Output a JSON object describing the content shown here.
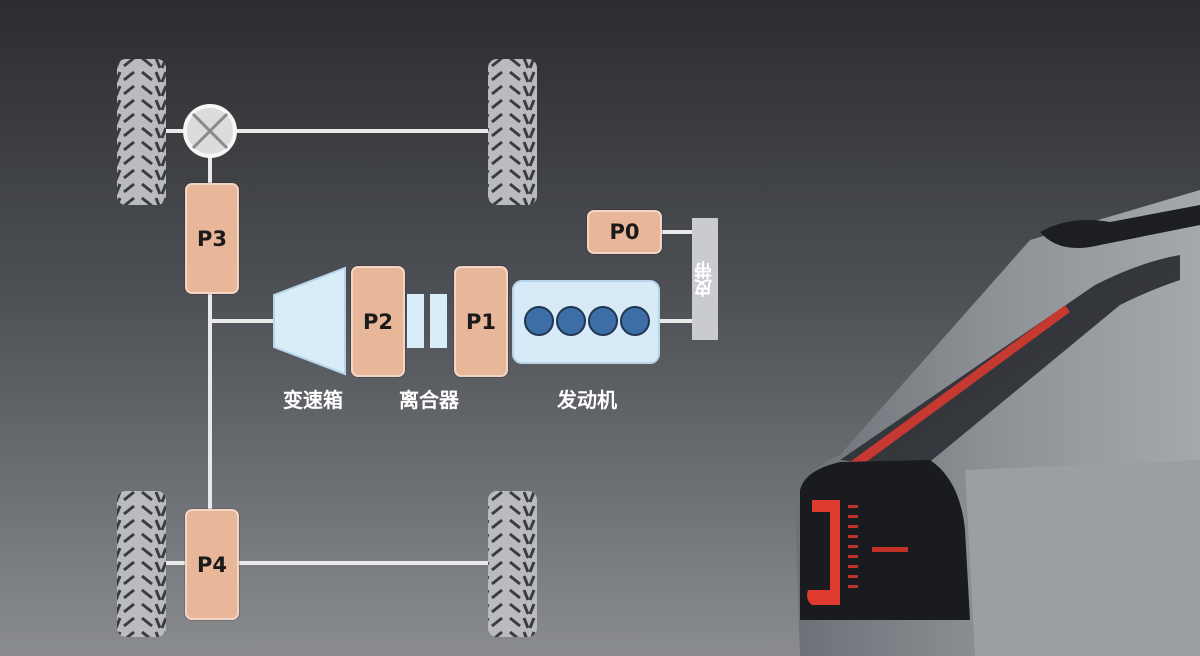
{
  "modules": {
    "p0": "P0",
    "p1": "P1",
    "p2": "P2",
    "p3": "P3",
    "p4": "P4"
  },
  "belt_label": "皮带",
  "labels": {
    "gearbox": "变速箱",
    "clutch": "离合器",
    "engine": "发动机"
  },
  "colors": {
    "module_fill": "#e8b79a",
    "engine_fill": "#d6ebf7",
    "cylinder_fill": "#3e6ea8",
    "line": "#e9e9ea",
    "belt": "#c9cbce",
    "tail_light": "#e03a30"
  },
  "icons": {
    "tire": "tire-tread-icon",
    "differential": "differential-cross-icon"
  }
}
